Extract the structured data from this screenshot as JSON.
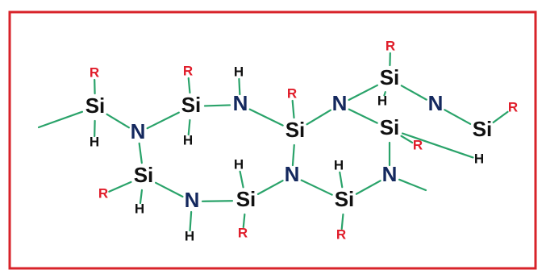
{
  "diagram": {
    "colors": {
      "frame": "#d8232a",
      "bond": "#2aa36a",
      "Si": "#111111",
      "N": "#14285e",
      "H": "#111111",
      "R": "#e01e2b"
    },
    "atoms": [
      {
        "id": "si1",
        "el": "Si"
      },
      {
        "id": "r1",
        "el": "R"
      },
      {
        "id": "h1",
        "el": "H"
      },
      {
        "id": "n1",
        "el": "N"
      },
      {
        "id": "si2",
        "el": "Si"
      },
      {
        "id": "r2",
        "el": "R"
      },
      {
        "id": "h2",
        "el": "H"
      },
      {
        "id": "n2",
        "el": "N"
      },
      {
        "id": "h3",
        "el": "H"
      },
      {
        "id": "si3",
        "el": "Si"
      },
      {
        "id": "r3",
        "el": "R"
      },
      {
        "id": "n3",
        "el": "N"
      },
      {
        "id": "si4",
        "el": "Si"
      },
      {
        "id": "r4",
        "el": "R"
      },
      {
        "id": "h4",
        "el": "H"
      },
      {
        "id": "n4",
        "el": "N"
      },
      {
        "id": "si5",
        "el": "Si"
      },
      {
        "id": "r5",
        "el": "R"
      },
      {
        "id": "si6",
        "el": "Si"
      },
      {
        "id": "r6",
        "el": "R"
      },
      {
        "id": "h6",
        "el": "H"
      },
      {
        "id": "si7",
        "el": "Si"
      },
      {
        "id": "r7",
        "el": "R"
      },
      {
        "id": "h7",
        "el": "H"
      },
      {
        "id": "n5",
        "el": "N"
      },
      {
        "id": "h8",
        "el": "H"
      },
      {
        "id": "si8",
        "el": "Si"
      },
      {
        "id": "r8",
        "el": "R"
      },
      {
        "id": "h9",
        "el": "H"
      },
      {
        "id": "n6",
        "el": "N"
      },
      {
        "id": "si9",
        "el": "Si"
      },
      {
        "id": "r9",
        "el": "R"
      },
      {
        "id": "h10",
        "el": "H"
      },
      {
        "id": "n7",
        "el": "N"
      }
    ],
    "bonds": [
      [
        "stub_l",
        "si1"
      ],
      [
        "si1",
        "r1"
      ],
      [
        "si1",
        "h1"
      ],
      [
        "si1",
        "n1"
      ],
      [
        "n1",
        "si2"
      ],
      [
        "si2",
        "r2"
      ],
      [
        "si2",
        "h2"
      ],
      [
        "si2",
        "n2"
      ],
      [
        "n2",
        "h3"
      ],
      [
        "n2",
        "si3"
      ],
      [
        "si3",
        "r3"
      ],
      [
        "si3",
        "n3"
      ],
      [
        "n3",
        "si4"
      ],
      [
        "si4",
        "r4"
      ],
      [
        "si4",
        "h4"
      ],
      [
        "si4",
        "n4"
      ],
      [
        "n4",
        "si5"
      ],
      [
        "si5",
        "r5"
      ],
      [
        "n1",
        "si6"
      ],
      [
        "si6",
        "r6"
      ],
      [
        "si6",
        "h6"
      ],
      [
        "si6",
        "n5"
      ],
      [
        "n5",
        "h8"
      ],
      [
        "n5",
        "si7"
      ],
      [
        "si7",
        "r7"
      ],
      [
        "si7",
        "h7"
      ],
      [
        "si7",
        "n6"
      ],
      [
        "si3",
        "n6"
      ],
      [
        "n6",
        "si8"
      ],
      [
        "si8",
        "r8"
      ],
      [
        "si8",
        "h9"
      ],
      [
        "si8",
        "n7"
      ],
      [
        "n3",
        "si9"
      ],
      [
        "si9",
        "r9"
      ],
      [
        "si9",
        "h10"
      ],
      [
        "si9",
        "n7"
      ],
      [
        "n7",
        "stub_r"
      ]
    ]
  }
}
